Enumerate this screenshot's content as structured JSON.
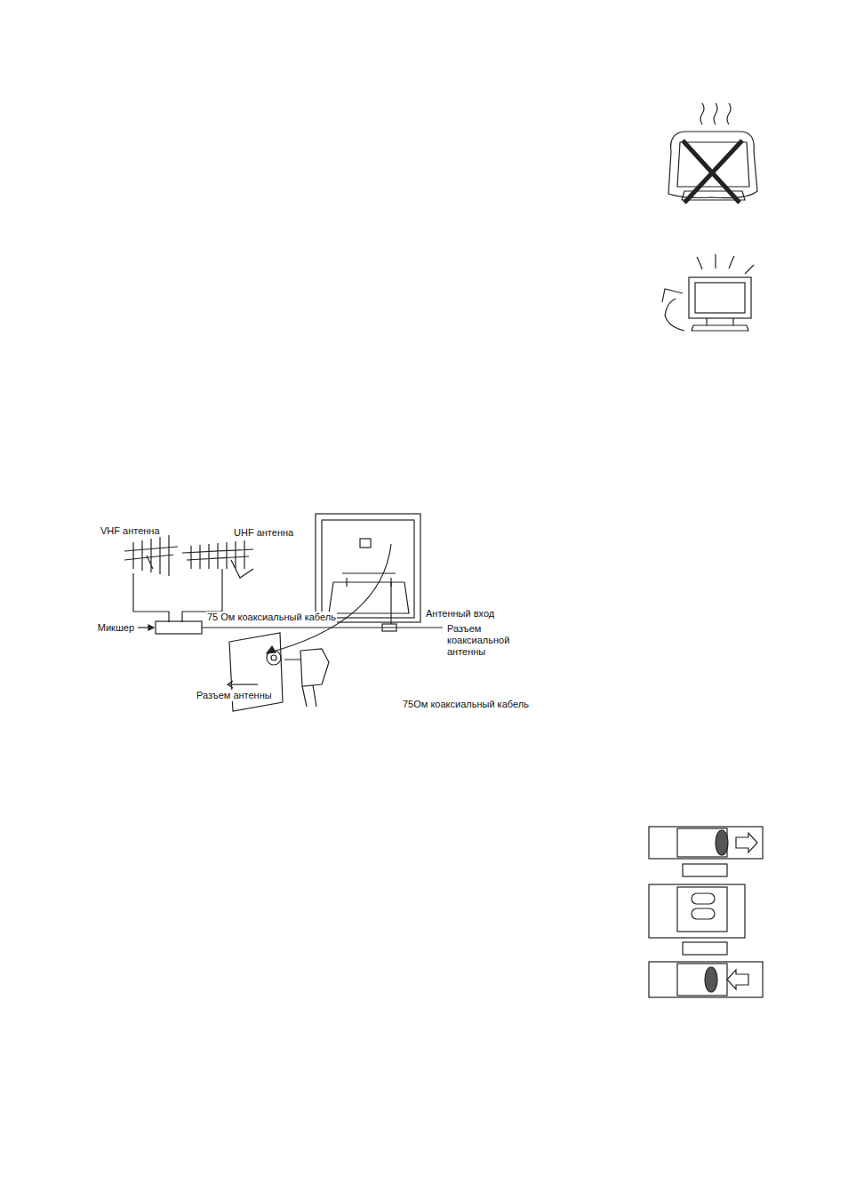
{
  "diagram": {
    "labels": [
      "VHF антенна",
      "UHF антенна",
      "Микшер",
      "75 Ом коаксиальный кабель",
      "Антенный вход",
      "Разъем коаксиальной антенны",
      "Разъем антенны",
      "75Ом коаксиальный кабель"
    ]
  }
}
